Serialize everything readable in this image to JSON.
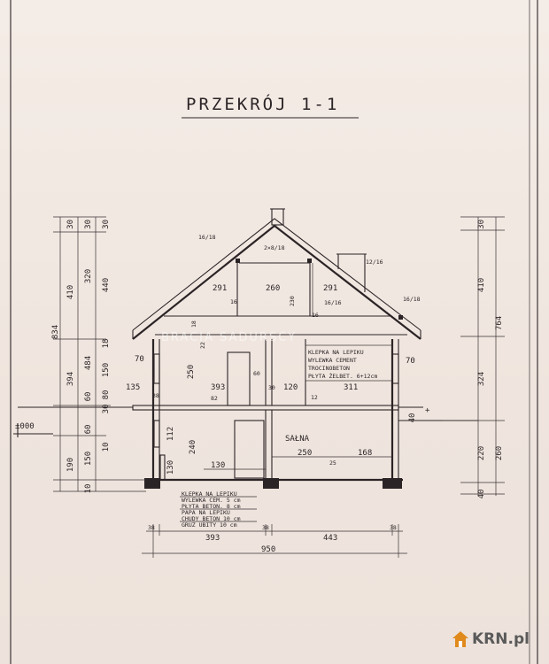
{
  "title": "PRZEKRÓJ 1-1",
  "watermark": "BRACIA SADURSCY",
  "logo": "KRN.pl",
  "left_dims_outer": [
    "30",
    "410",
    "394",
    "190",
    "834"
  ],
  "left_dims_mid": [
    "30",
    "320",
    "484",
    "150"
  ],
  "left_dims_inner": [
    "30",
    "440",
    "18",
    "150",
    "30",
    "80",
    "10"
  ],
  "left_dims_small": [
    "60",
    "60",
    "10"
  ],
  "right_dims_outer": [
    "30",
    "410",
    "324",
    "220",
    "40"
  ],
  "right_dims_mid": [
    "764",
    "260"
  ],
  "roof_dims": [
    "16/18",
    "2×8/18",
    "12/16",
    "16/18",
    "291",
    "260",
    "291",
    "16",
    "230",
    "16/16",
    "16"
  ],
  "interior_dims": [
    "70",
    "250",
    "393",
    "60",
    "30",
    "120",
    "311",
    "70",
    "135",
    "38",
    "82",
    "12",
    "18",
    "22"
  ],
  "ground_dims": [
    "112",
    "130",
    "240",
    "130",
    "250",
    "168",
    "25",
    "40",
    "10"
  ],
  "room_label": "SAŁNA",
  "level_label": "±000",
  "floor_spec": [
    "KLEPKA NA LEPIKU",
    "WYLEWKA CEMENT",
    "TROCINOBETON",
    "PŁYTA ŻELBET. 6+12cm"
  ],
  "ground_spec": [
    "KLEPKA NA LEPIKU",
    "WYLEWKA CEM. 5 cm",
    "PŁYTA BETON. 8 cm",
    "PAPA NA LEPIKU",
    "CHUDY BETON 10 cm",
    "GRUZ UBITY 10 cm"
  ],
  "bottom_dims": [
    "38",
    "393",
    "38",
    "443",
    "38"
  ],
  "total_width": "950"
}
